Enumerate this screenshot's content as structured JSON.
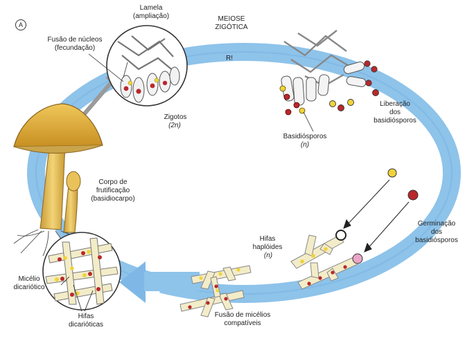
{
  "panel_letter": "A",
  "labels": {
    "lamela": "Lamela\n(ampliação)",
    "meiose": "MEIOSE\nZIGÓTICA",
    "r_symbol": "R!",
    "fusao_nucleos": "Fusão de núcleos\n(fecundação)",
    "zigotos": "Zigotos",
    "zigotos_ploidy": "(2n)",
    "liberacao": "Liberação\ndos\nbasidiósporos",
    "basidiosporos": "Basidiósporos",
    "basidiosporos_ploidy": "(n)",
    "corpo": "Corpo de\nfrutificação\n(basidiocarpo)",
    "germinacao": "Germinação\ndos\nbasidiósporos",
    "hifas_haploides": "Hifas\nhaplóides",
    "hifas_haploides_ploidy": "(n)",
    "micelio": "Micélio\ndicariótico",
    "hifas_dicarioticas": "Hifas\ndicarióticas",
    "fusao_micelios": "Fusão de micélios\ncompatíveis"
  },
  "colors": {
    "cycle_arrow": "#8ec3ea",
    "cycle_arrow_edge": "#5d9fd6",
    "mushroom_cap": "#e2b23d",
    "mushroom_stem": "#e9c25a",
    "hypha": "#f3ecc8",
    "nucleus_red": "#b8282c",
    "nucleus_yellow": "#f0d33a",
    "germ_pink": "#e9a6c9"
  }
}
